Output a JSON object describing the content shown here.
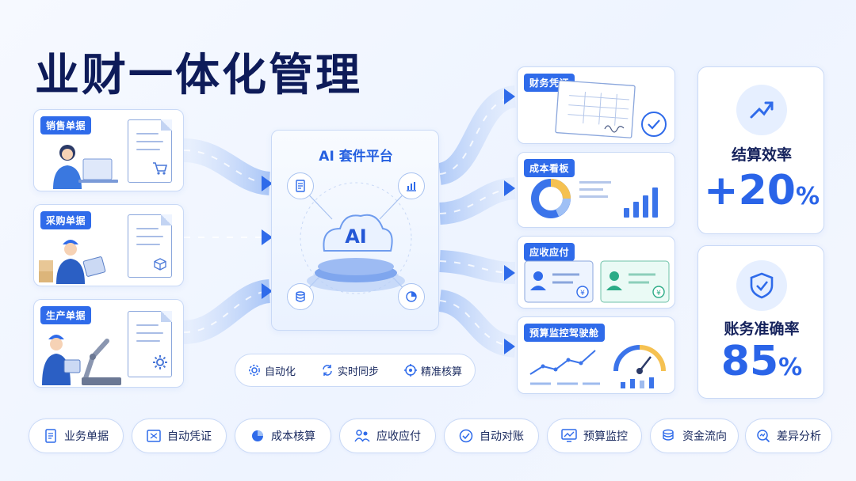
{
  "title": "业财一体化管理",
  "inputs": [
    {
      "label": "销售单据"
    },
    {
      "label": "采购单据"
    },
    {
      "label": "生产单据"
    }
  ],
  "platform": {
    "title": "AI 套件平台",
    "core_label": "AI",
    "features": [
      "自动化",
      "实时同步",
      "精准核算"
    ]
  },
  "outputs": [
    {
      "label": "财务凭证"
    },
    {
      "label": "成本看板"
    },
    {
      "label": "应收应付"
    },
    {
      "label": "预算监控驾驶舱"
    }
  ],
  "metrics": [
    {
      "label": "结算效率",
      "value": "+20",
      "unit": "%"
    },
    {
      "label": "账务准确率",
      "value": "85",
      "unit": "%"
    }
  ],
  "bottom_items": [
    {
      "label": "业务单据",
      "icon": "document-icon"
    },
    {
      "label": "自动凭证",
      "icon": "voucher-icon"
    },
    {
      "label": "成本核算",
      "icon": "pie-chart-icon"
    },
    {
      "label": "应收应付",
      "icon": "people-icon"
    },
    {
      "label": "自动对账",
      "icon": "check-circle-icon"
    },
    {
      "label": "预算监控",
      "icon": "monitor-chart-icon"
    },
    {
      "label": "资金流向",
      "icon": "coins-icon"
    },
    {
      "label": "差异分析",
      "icon": "analysis-icon"
    }
  ],
  "colors": {
    "accent": "#2f6bea",
    "title": "#0e1b59",
    "value": "#2a64e8"
  }
}
